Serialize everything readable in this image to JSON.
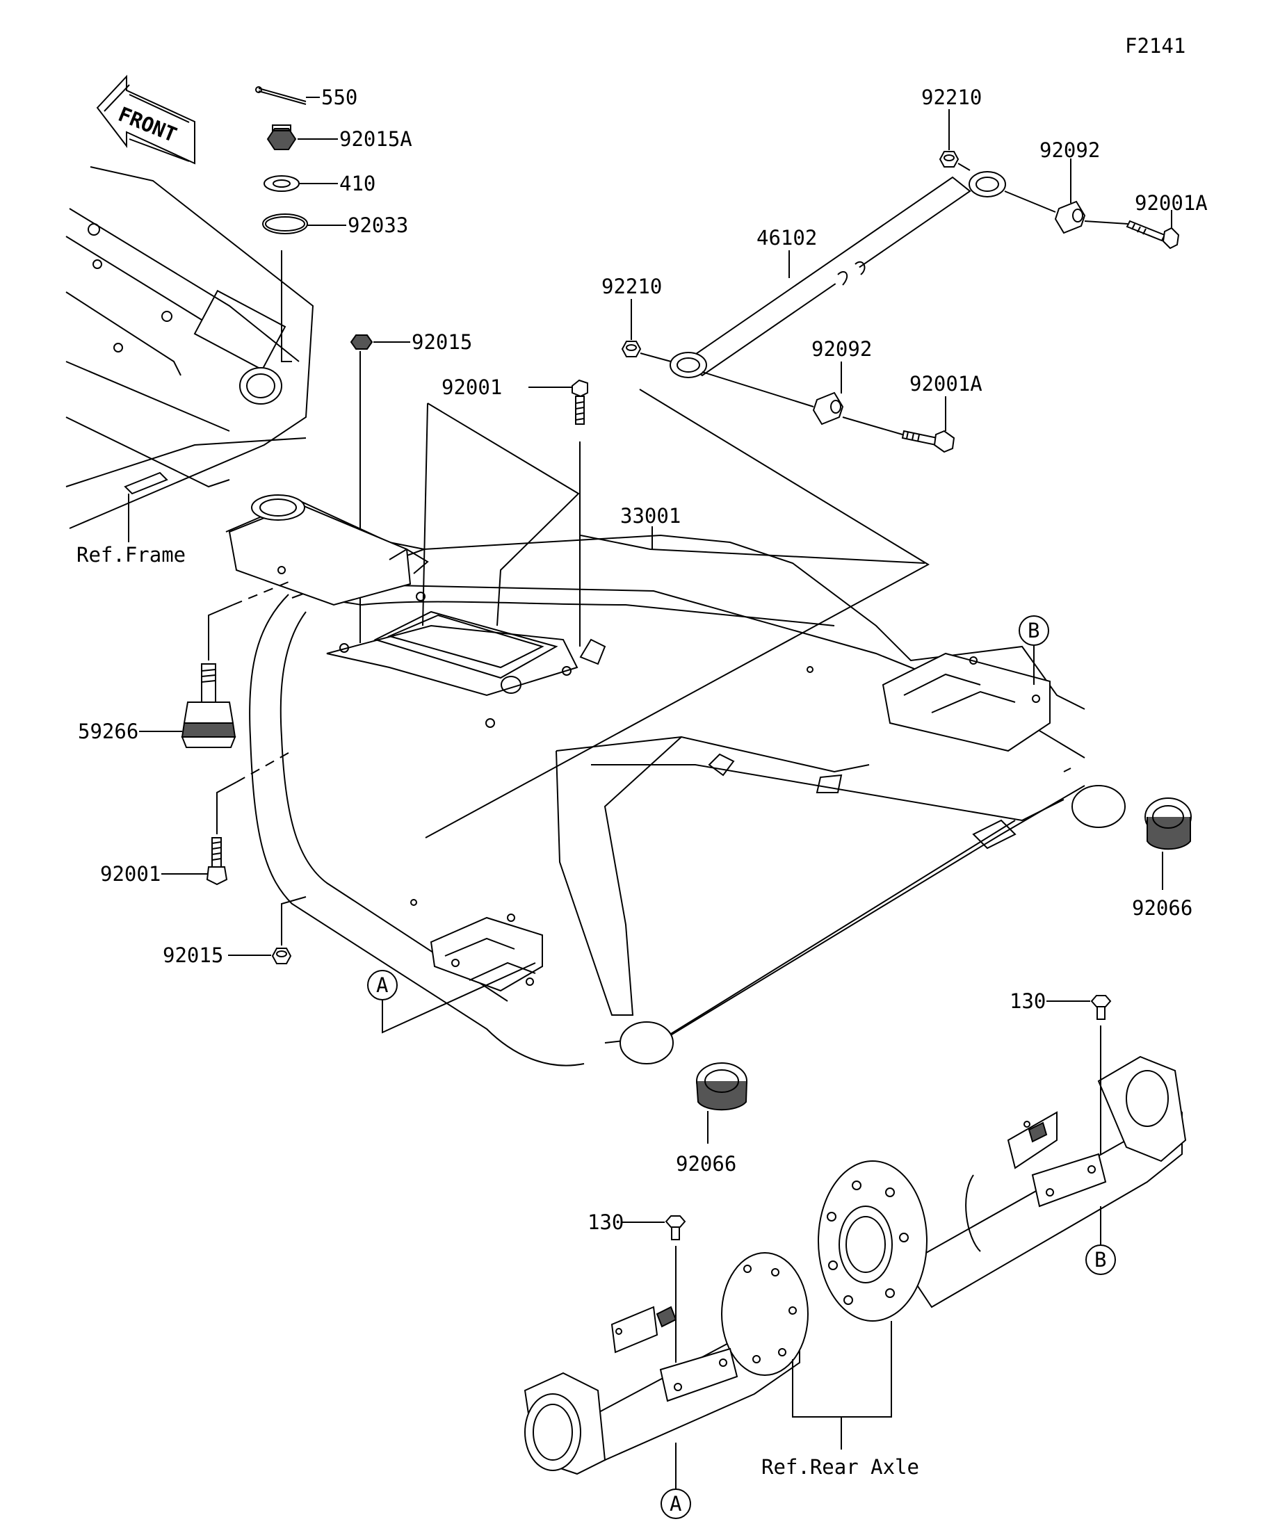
{
  "diagram_code": "F2141",
  "front_label": "FRONT",
  "labels": {
    "p550": "550",
    "p92015A": "92015A",
    "p410": "410",
    "p92033": "92033",
    "p92015_top": "92015",
    "p92001_top": "92001",
    "p59266": "59266",
    "p92001_left": "92001",
    "p92015_left": "92015",
    "p33001": "33001",
    "p92210_top": "92210",
    "p92092_top": "92092",
    "p92001A_top": "92001A",
    "p46102": "46102",
    "p92210_mid": "92210",
    "p92092_mid": "92092",
    "p92001A_mid": "92001A",
    "p92066_right": "92066",
    "p92066_bottom": "92066",
    "p130_right": "130",
    "p130_left": "130",
    "ref_frame": "Ref.Frame",
    "ref_rear_axle": "Ref.Rear Axle"
  },
  "callouts": {
    "A_top": "A",
    "A_bottom": "A",
    "B_top": "B",
    "B_bottom": "B"
  }
}
